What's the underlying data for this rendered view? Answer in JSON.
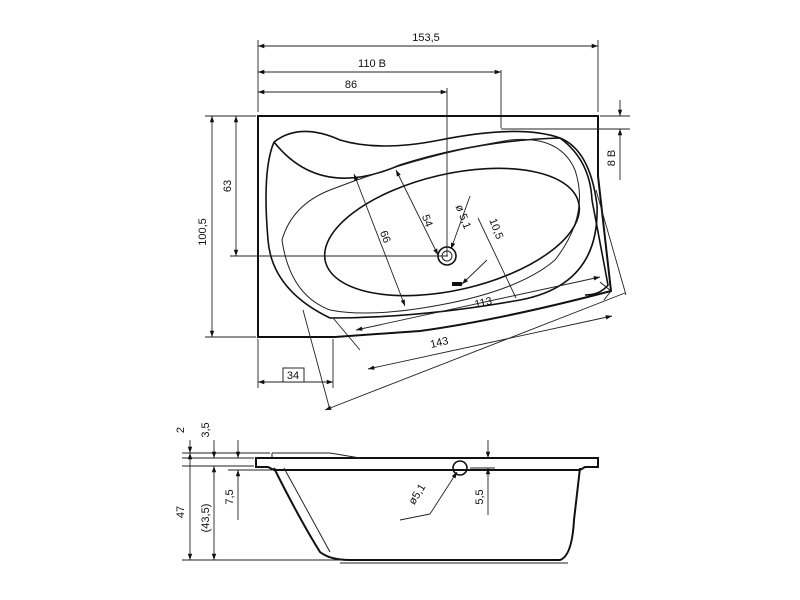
{
  "top_view": {
    "dims": {
      "width_total": "153,5",
      "width_b": "110 B",
      "width_drain": "86",
      "offset_b": "8 B",
      "height_total": "100,5",
      "height_drain": "63",
      "bottom_offset": "34",
      "inner_width": "66",
      "inner_depth": "54",
      "drain_dia": "ø 5,1",
      "overflow_offset": "10,5",
      "inner_length": "113",
      "outer_length": "143"
    }
  },
  "side_view": {
    "dims": {
      "rim_top": "2",
      "rim_step": "3,5",
      "overflow_height": "7,5",
      "total_height": "47",
      "inner_height": "(43,5)",
      "overflow_dia": "ø5,1",
      "overflow_drop": "5,5"
    }
  }
}
